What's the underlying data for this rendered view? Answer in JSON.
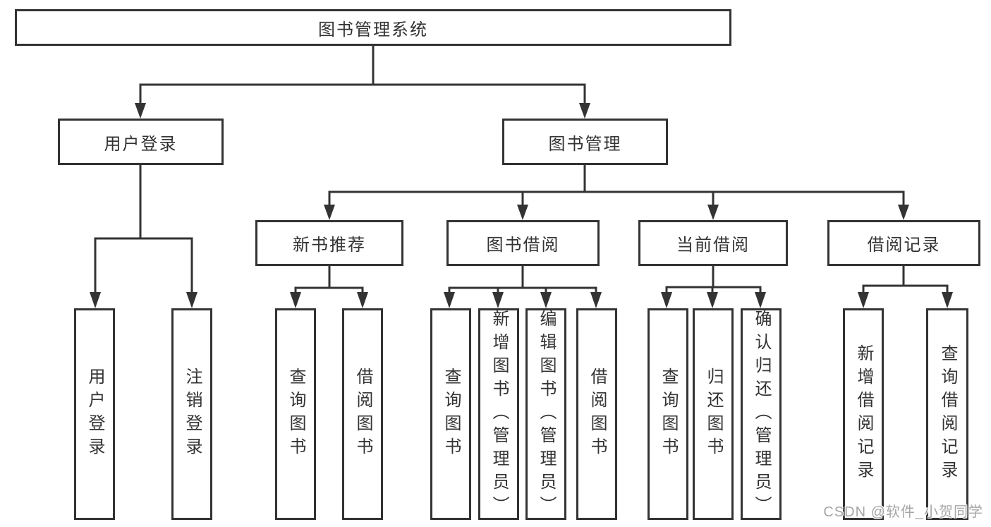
{
  "tree": {
    "root": "图书管理系统",
    "branches": [
      {
        "label": "用户登录",
        "children": [
          "用户登录",
          "注销登录"
        ]
      },
      {
        "label": "图书管理",
        "children": [
          {
            "label": "新书推荐",
            "children": [
              "查询图书",
              "借阅图书"
            ]
          },
          {
            "label": "图书借阅",
            "children": [
              "查询图书",
              "新增图书（管理员）",
              "编辑图书（管理员）",
              "借阅图书"
            ]
          },
          {
            "label": "当前借阅",
            "children": [
              "查询图书",
              "归还图书",
              "确认归还（管理员）"
            ]
          },
          {
            "label": "借阅记录",
            "children": [
              "新增借阅记录",
              "查询借阅记录"
            ]
          }
        ]
      }
    ]
  },
  "watermark": "CSDN @软件_小贺同学",
  "colors": {
    "line": "#333333",
    "text": "#333333",
    "watermark_text": "#a6a6a6",
    "background": "#ffffff"
  }
}
